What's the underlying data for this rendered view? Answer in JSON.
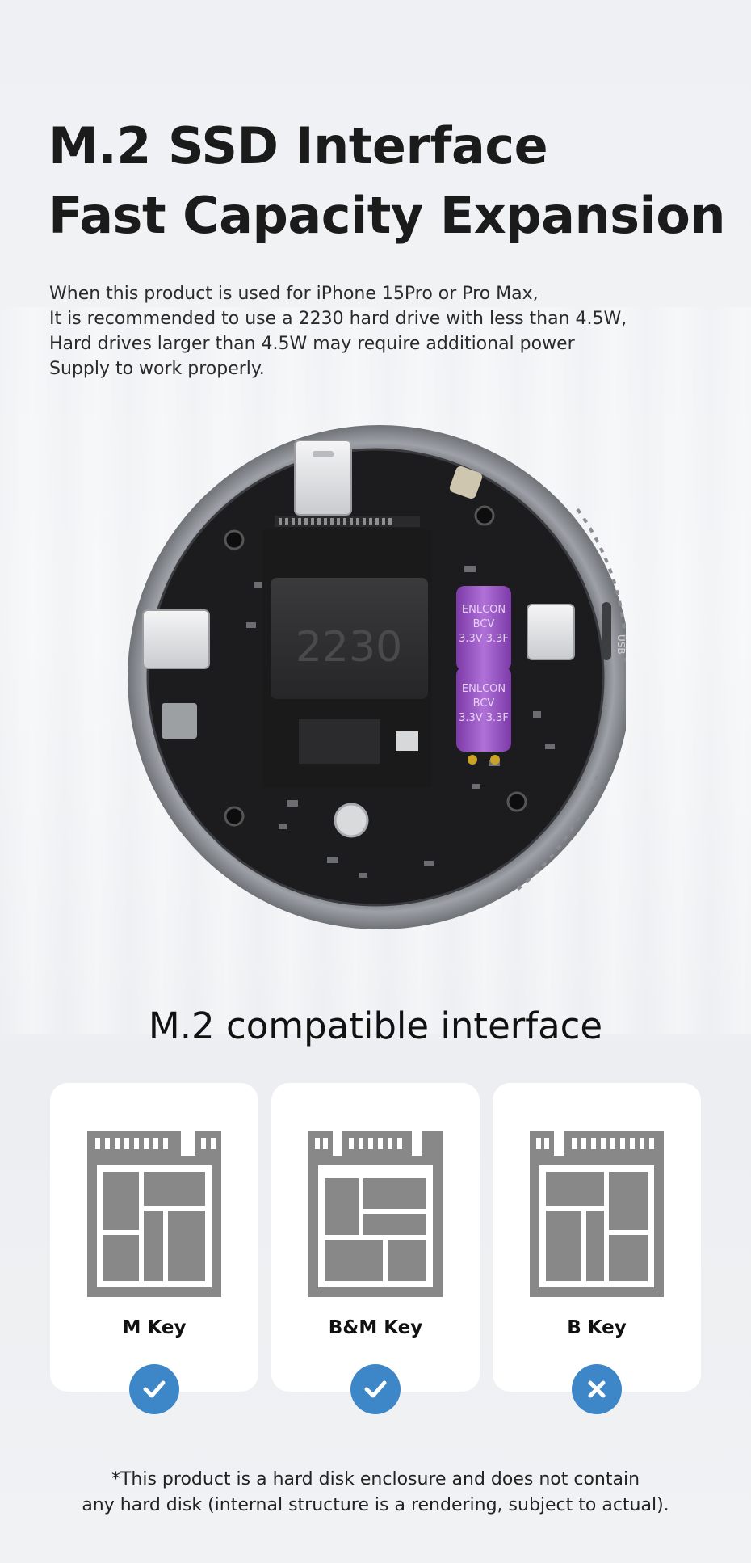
{
  "headline": {
    "line1": "M.2 SSD Interface",
    "line2": "Fast Capacity Expansion"
  },
  "description": {
    "line1": "When this product is used for iPhone 15Pro or Pro Max,",
    "line2": "It is recommended to use a 2230 hard drive with less than 4.5W,",
    "line3": "Hard drives larger than 4.5W may require additional power",
    "line4": "Supply to work properly."
  },
  "device": {
    "ssd_label": "2230",
    "capacitor_text_1": "ENLCON",
    "capacitor_text_2": "BCV",
    "capacitor_text_3": "3.3V 3.3F",
    "port_label": "USB"
  },
  "section_title": "M.2 compatible interface",
  "cards": [
    {
      "label": "M Key",
      "status": "check-icon"
    },
    {
      "label": "B&M Key",
      "status": "check-icon"
    },
    {
      "label": "B Key",
      "status": "cross-icon"
    }
  ],
  "colors": {
    "badge": "#3d87c8",
    "chip_gray": "#888888",
    "capacitor": "#9b4fc4"
  },
  "footnote": {
    "line1": "*This product is a hard disk enclosure and does not contain",
    "line2": "any hard disk (internal structure is a rendering, subject to actual)."
  }
}
